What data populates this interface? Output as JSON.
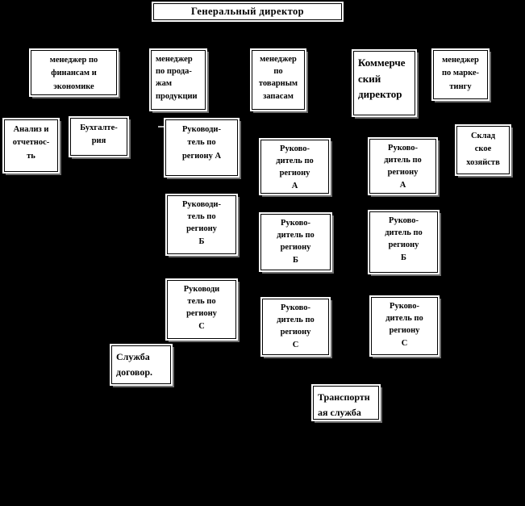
{
  "diagram": {
    "type": "org-chart",
    "language": "ru",
    "root_label": "Генеральный директор"
  },
  "colors": {
    "background": "#000000",
    "box_fill": "#ffffff",
    "box_border": "#000000",
    "box_shadow": "#6f6f6f",
    "text": "#000000"
  },
  "nodes": [
    {
      "id": "general-director",
      "label": "Генеральный директор"
    },
    {
      "id": "finance-manager",
      "label": "менеджер по\nфинансам и\nэкономике"
    },
    {
      "id": "sales-manager",
      "label": "менеджер\nпо  прода-\nжам\nпродукции"
    },
    {
      "id": "inventory-manager",
      "label": "менеджер\nпо\nтоварным\nзапасам"
    },
    {
      "id": "commercial-director",
      "label": "Коммерче\nский\nдиректор"
    },
    {
      "id": "marketing-manager",
      "label": "менеджер\nпо марке-\nтингу"
    },
    {
      "id": "analysis-reporting",
      "label": "Анализ и\nотчетнос-\nть"
    },
    {
      "id": "accounting",
      "label": "Бухгалте-\nрия"
    },
    {
      "id": "sales-region-a",
      "label": "Руководи-\nтель по\nрегиону А"
    },
    {
      "id": "inventory-region-a",
      "label": "Руково-\nдитель по\nрегиону\nА"
    },
    {
      "id": "commercial-region-a",
      "label": "Руково-\nдитель по\nрегиону\nА"
    },
    {
      "id": "warehouse",
      "label": "Склад\nское\nхозяйств"
    },
    {
      "id": "sales-region-b",
      "label": "Руководи-\nтель по\nрегиону\nБ"
    },
    {
      "id": "inventory-region-b",
      "label": "Руково-\nдитель по\nрегиону\nБ"
    },
    {
      "id": "commercial-region-b",
      "label": "Руково-\nдитель по\nрегиону\nБ"
    },
    {
      "id": "sales-region-c",
      "label": "Руководи\nтель по\nрегиону\nС"
    },
    {
      "id": "inventory-region-c",
      "label": "Руково-\nдитель по\nрегиону\nС"
    },
    {
      "id": "commercial-region-c",
      "label": "Руково-\nдитель по\nрегиону\nС"
    },
    {
      "id": "contracts-service",
      "label": "Служба\nдоговор."
    },
    {
      "id": "transport-service",
      "label": "Транспортн\nая служба"
    }
  ]
}
